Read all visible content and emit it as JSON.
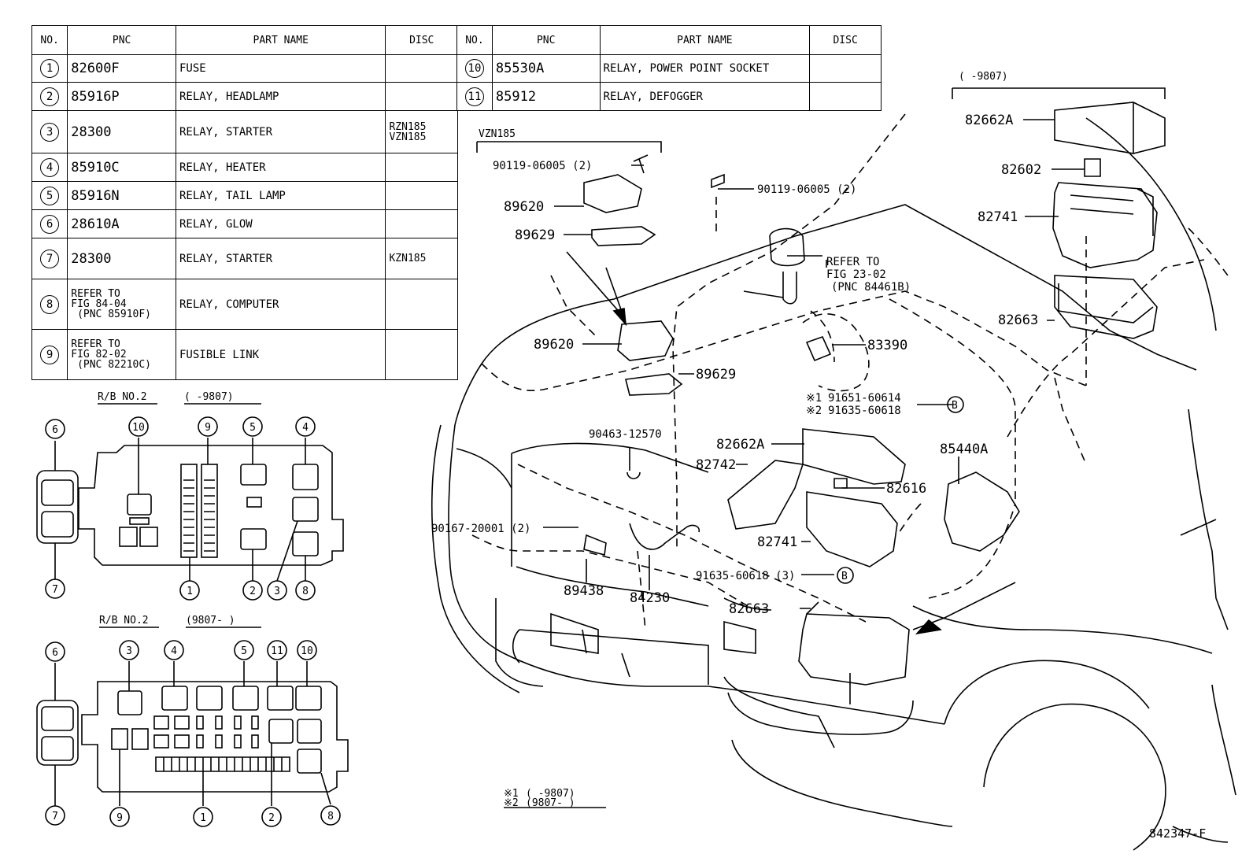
{
  "table": {
    "headers": [
      "NO.",
      "PNC",
      "PART NAME",
      "DISC"
    ],
    "left_rows": [
      {
        "no": "1",
        "pnc": "82600F",
        "name": "FUSE",
        "disc": ""
      },
      {
        "no": "2",
        "pnc": "85916P",
        "name": "RELAY, HEADLAMP",
        "disc": ""
      },
      {
        "no": "3",
        "pnc": "28300",
        "name": "RELAY, STARTER",
        "disc": "RZN185\nVZN185"
      },
      {
        "no": "4",
        "pnc": "85910C",
        "name": "RELAY, HEATER",
        "disc": ""
      },
      {
        "no": "5",
        "pnc": "85916N",
        "name": "RELAY, TAIL LAMP",
        "disc": ""
      },
      {
        "no": "6",
        "pnc": "28610A",
        "name": "RELAY, GLOW",
        "disc": ""
      },
      {
        "no": "7",
        "pnc": "28300",
        "name": "RELAY, STARTER",
        "disc": "KZN185"
      },
      {
        "no": "8",
        "pnc": "REFER TO\nFIG 84-04\n (PNC 85910F)",
        "name": "RELAY, COMPUTER",
        "disc": ""
      },
      {
        "no": "9",
        "pnc": "REFER TO\nFIG 82-02\n (PNC 82210C)",
        "name": "FUSIBLE LINK",
        "disc": ""
      }
    ],
    "right_rows": [
      {
        "no": "10",
        "pnc": "85530A",
        "name": "RELAY, POWER POINT SOCKET",
        "disc": ""
      },
      {
        "no": "11",
        "pnc": "85912",
        "name": "RELAY, DEFOGGER",
        "disc": ""
      }
    ]
  },
  "rb1": {
    "title": "R/B NO.2",
    "range": "(     -9807)",
    "callouts": [
      "6",
      "10",
      "9",
      "5",
      "4",
      "7",
      "1",
      "2",
      "3",
      "8"
    ]
  },
  "rb2": {
    "title": "R/B NO.2",
    "range": "(9807-     )",
    "callouts": [
      "6",
      "3",
      "4",
      "5",
      "11",
      "10",
      "7",
      "9",
      "1",
      "2",
      "8"
    ]
  },
  "labels": {
    "vzn185": "VZN185",
    "range_top": "(     -9807)",
    "p90119a": "90119-06005 (2)",
    "p90119b": "90119-06005 (2)",
    "p89620a": "89620",
    "p89629a": "89629",
    "p89620b": "89620",
    "p89629b": "89629",
    "refer1": "REFER TO",
    "refer2": "FIG 23-02",
    "refer3": "(PNC 84461B)",
    "p83390": "83390",
    "p82662a_top": "82662A",
    "p82602": "82602",
    "p82741_top": "82741",
    "p82663_top": "82663",
    "note1_mark": "※1",
    "note1": "91651-60614",
    "note2_mark": "※2",
    "note2": "91635-60618",
    "callout_b": "B",
    "p90463": "90463-12570",
    "p82662a": "82662A",
    "p82742": "82742",
    "p82616": "82616",
    "p85440a": "85440A",
    "p90167": "90167-20001 (2)",
    "p82741": "82741",
    "p91635": "91635-60618 (3)",
    "p89438": "89438",
    "p84230": "84230",
    "p82663": "82663",
    "foot1_mark": "※1",
    "foot1": "(     -9807)",
    "foot2_mark": "※2",
    "foot2": "(9807-     )",
    "fig_no": "842347-F"
  }
}
